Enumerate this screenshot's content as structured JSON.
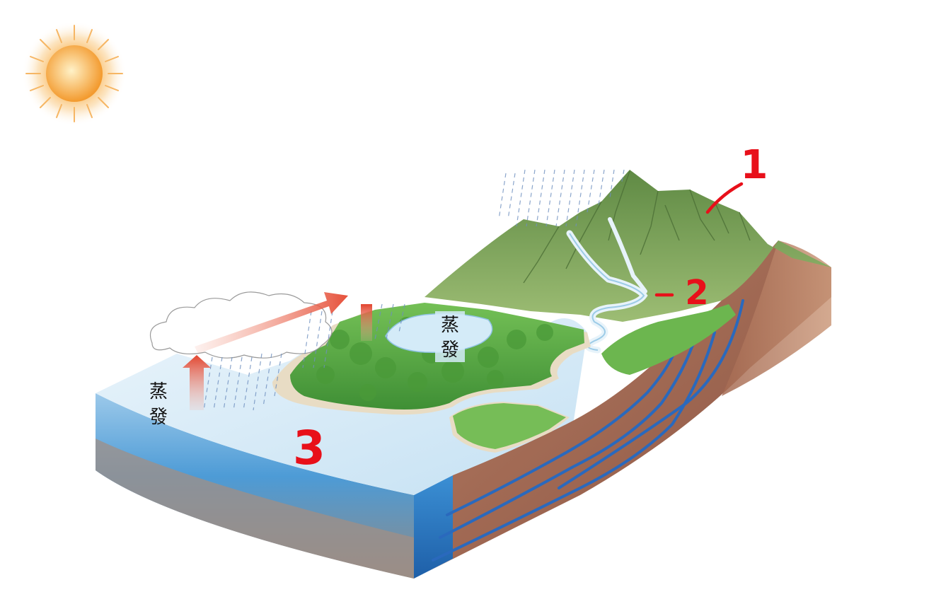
{
  "labels": {
    "evaporation_ocean": [
      "蒸",
      "發"
    ],
    "evaporation_lake": [
      "蒸",
      "發"
    ]
  },
  "annotations": {
    "mountain_peak": "1",
    "river": "2",
    "ocean": "3"
  },
  "colors": {
    "ocean_surface": "#cfe6f5",
    "ocean_side": "#3d8fd0",
    "mountain": "#7ea35a",
    "forest": "#5fae45",
    "soil": "#a3705a",
    "groundwater": "#2c6fc0",
    "arrow": "#e8503a",
    "annotation": "#e8101a",
    "sun": "#f7a23a"
  }
}
